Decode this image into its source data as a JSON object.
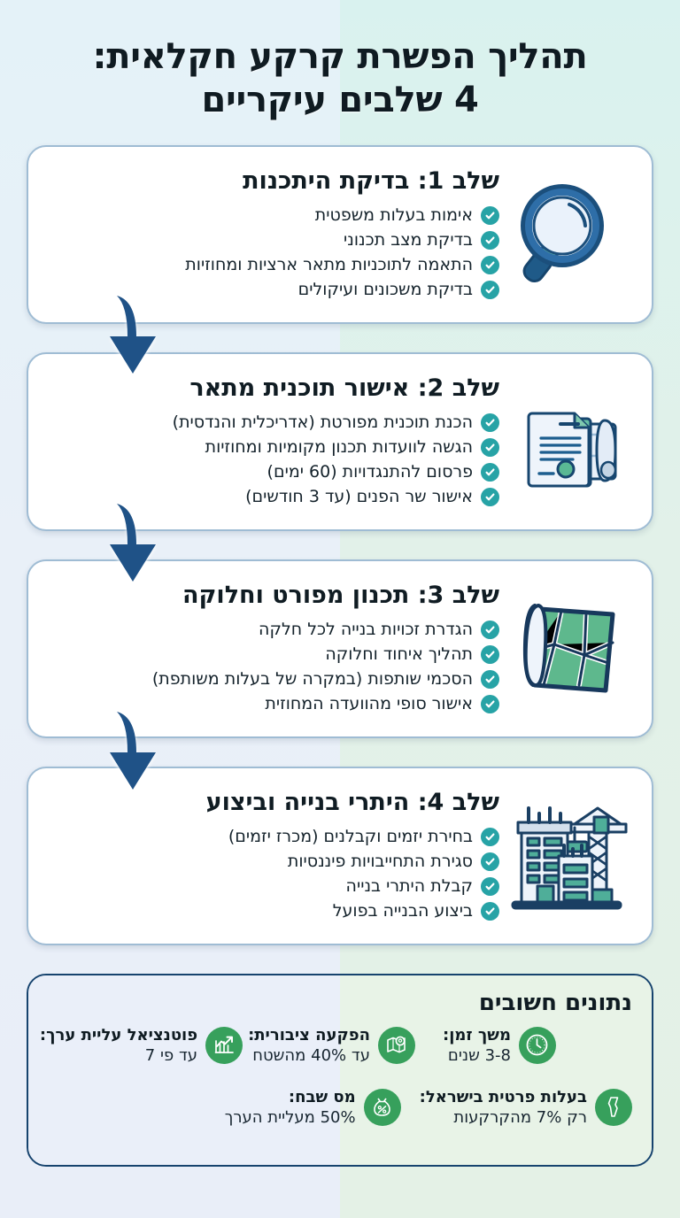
{
  "colors": {
    "bg_left": "#e9eef8",
    "bg_right": "#e4f1e6",
    "arrow_blue": "#1f5287",
    "check_teal": "#27a3a6",
    "stat_green": "#37a05c",
    "icon_navy": "#1b4f7c",
    "icon_green": "#5eb88d",
    "card_border": "#9fbcd4",
    "title_text": "#0f1b22"
  },
  "header": {
    "title_line1": "תהליך הפשרת קרקע חקלאית:",
    "title_line2": "4 שלבים עיקריים"
  },
  "steps": [
    {
      "icon": "magnifying-glass-icon",
      "title": "שלב 1: בדיקת היתכנות",
      "bullets": [
        "אימות בעלות משפטית",
        "בדיקת מצב תכנוני",
        "התאמה לתוכניות מתאר ארציות ומחוזיות",
        "בדיקת משכונים ועיקולים"
      ]
    },
    {
      "icon": "documents-blueprint-icon",
      "title": "שלב 2: אישור תוכנית מתאר",
      "bullets": [
        "הכנת תוכנית מפורטת (אדריכלית והנדסית)",
        "הגשה לוועדות תכנון מקומיות ומחוזיות",
        "פרסום להתנגדויות (60 ימים)",
        "אישור שר הפנים (עד 3 חודשים)"
      ]
    },
    {
      "icon": "parcel-map-icon",
      "title": "שלב 3: תכנון מפורט וחלוקה",
      "bullets": [
        "הגדרת זכויות בנייה לכל חלקה",
        "תהליך איחוד וחלוקה",
        "הסכמי שותפות (במקרה של בעלות משותפת)",
        "אישור סופי מהוועדה המחוזית"
      ]
    },
    {
      "icon": "construction-site-icon",
      "title": "שלב 4: היתרי בנייה וביצוע",
      "bullets": [
        "בחירת יזמים וקבלנים (מכרז יזמים)",
        "סגירת התחייבויות פיננסיות",
        "קבלת היתרי בנייה",
        "ביצוע הבנייה בפועל"
      ]
    }
  ],
  "stats": {
    "title": "נתונים חשובים",
    "row1": [
      {
        "icon": "clock-icon",
        "label": "משך זמן:",
        "value": "3-8 שנים"
      },
      {
        "icon": "map-pin-icon",
        "label": "הפקעה ציבורית:",
        "value": "עד 40% מהשטח"
      },
      {
        "icon": "chart-up-icon",
        "label": "פוטנציאל עליית ערך:",
        "value": "עד פי 7"
      }
    ],
    "row2": [
      {
        "icon": "israel-map-icon",
        "label": "בעלות פרטית בישראל:",
        "value": "רק 7% מהקרקעות"
      },
      {
        "icon": "money-bag-percent-icon",
        "label": "מס שבח:",
        "value": "50% מעליית הערך"
      }
    ]
  }
}
